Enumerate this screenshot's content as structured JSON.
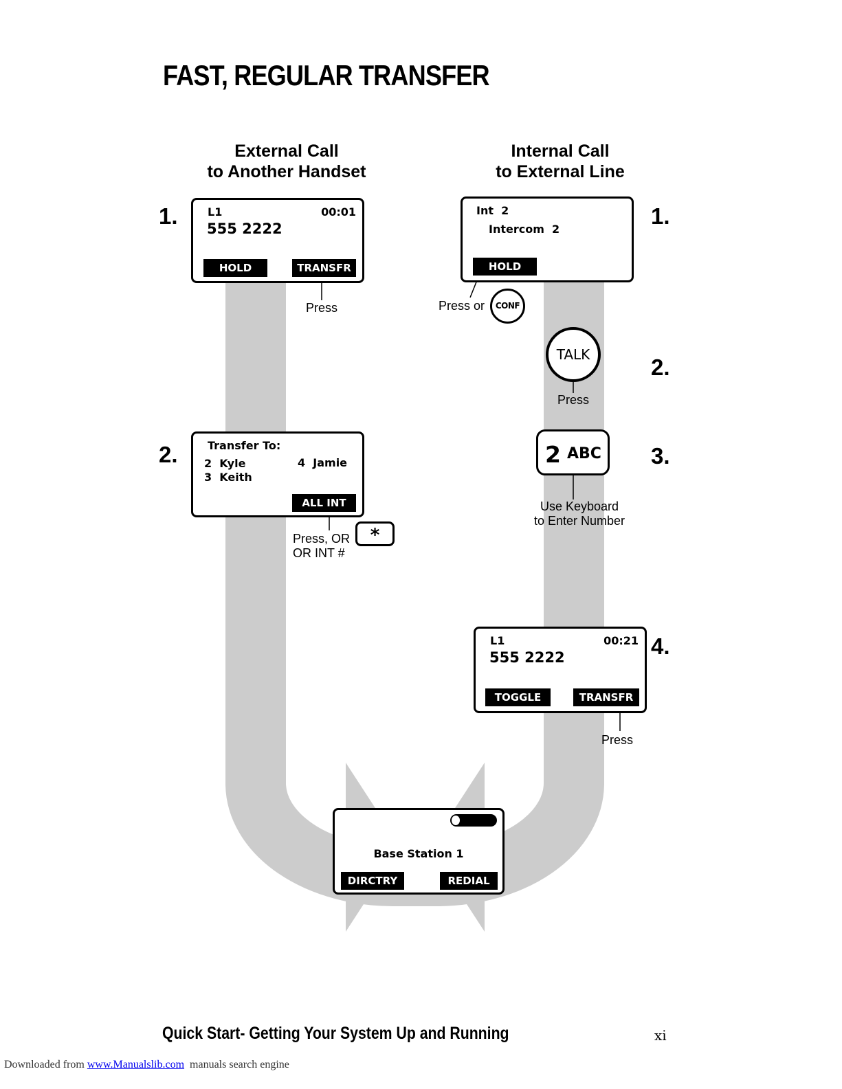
{
  "title": "FAST, REGULAR TRANSFER",
  "columns": {
    "left": {
      "heading_line1": "External Call",
      "heading_line2": "to Another Handset",
      "step1": {
        "number": "1.",
        "line": "L1",
        "time": "00:01",
        "phone_number": "555 2222",
        "softkey_left": "HOLD",
        "softkey_right": "TRANSFR",
        "note": "Press"
      },
      "step2": {
        "number": "2.",
        "header": "Transfer To:",
        "entries": [
          "2  Kyle",
          "3  Keith",
          "4  Jamie"
        ],
        "softkey": "ALL INT",
        "note_line1": "Press, OR",
        "note_line2": "OR INT #",
        "star_key": "*"
      }
    },
    "right": {
      "heading_line1": "Internal Call",
      "heading_line2": "to External Line",
      "step1": {
        "number": "1.",
        "line": "Int  2",
        "label": "Intercom  2",
        "softkey": "HOLD",
        "note": "Press or",
        "conf_key": "CONF"
      },
      "step2": {
        "number": "2.",
        "talk_key": "TALK",
        "note": "Press"
      },
      "step3": {
        "number": "3.",
        "key_digit": "2",
        "key_letters": "ABC",
        "note_line1": "Use Keyboard",
        "note_line2": "to Enter Number"
      },
      "step4": {
        "number": "4.",
        "line": "L1",
        "time": "00:21",
        "phone_number": "555 2222",
        "softkey_left": "TOGGLE",
        "softkey_right": "TRANSFR",
        "note": "Press"
      }
    }
  },
  "base_station": {
    "label": "Base Station 1",
    "softkey_left": "DIRCTRY",
    "softkey_right": "REDIAL"
  },
  "footer": "Quick Start- Getting Your System Up and Running",
  "page_number": "xi",
  "download": {
    "prefix": "Downloaded from ",
    "link": "www.Manualslib.com",
    "suffix": "  manuals search engine"
  },
  "colors": {
    "band": "#cccccc",
    "ink": "#000000",
    "link": "#0000ee"
  }
}
